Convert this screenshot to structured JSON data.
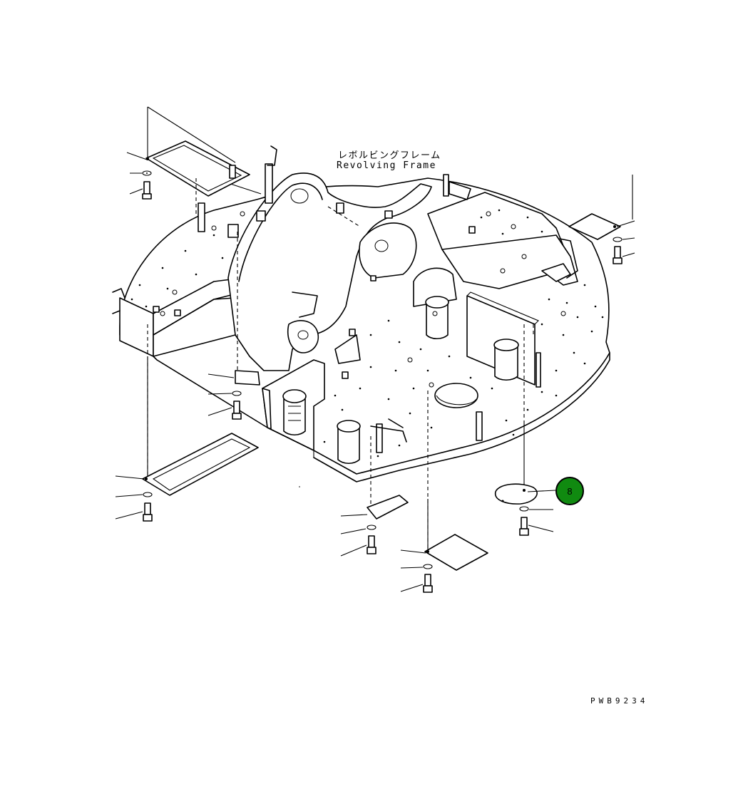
{
  "title": {
    "japanese": "レボルビングフレーム",
    "english": "Revolving Frame"
  },
  "callout": {
    "number": "8",
    "color": "#108a10"
  },
  "drawing_code": "PWB9234",
  "colors": {
    "line": "#000000",
    "background": "#ffffff"
  }
}
